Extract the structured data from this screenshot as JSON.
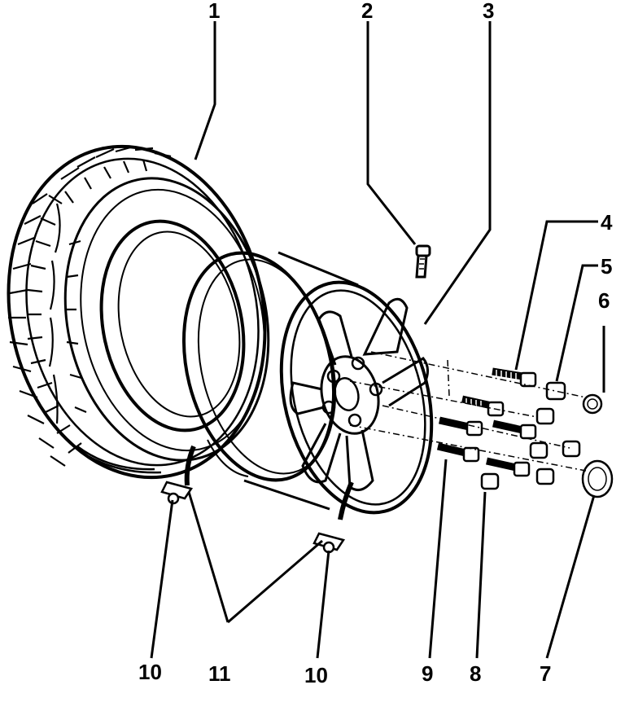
{
  "diagram": {
    "callouts": {
      "c1": "1",
      "c2": "2",
      "c3": "3",
      "c4": "4",
      "c5": "5",
      "c6": "6",
      "c7": "7",
      "c8": "8",
      "c9": "9",
      "c10a": "10",
      "c10b": "10",
      "c11": "11"
    },
    "colors": {
      "ink": "#000000",
      "paper": "#ffffff"
    }
  }
}
